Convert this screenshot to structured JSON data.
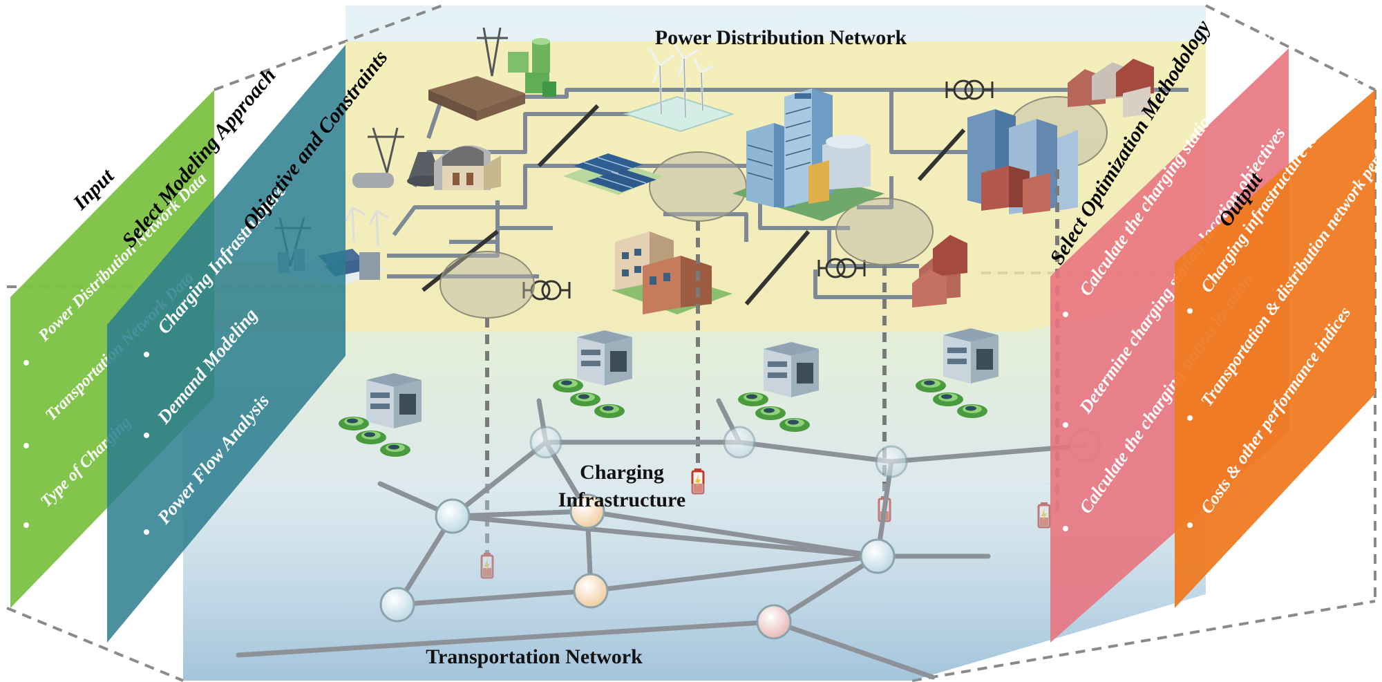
{
  "layers": {
    "power": "Power Distribution Network",
    "charging_line1": "Charging",
    "charging_line2": "Infrastructure",
    "transport": "Transportation Network"
  },
  "panels": {
    "input": {
      "title": "Input",
      "items": [
        "Power Distribution Network Data",
        "Transportation Network Data",
        "Type of Charging"
      ],
      "color": "#7cc242"
    },
    "modeling": {
      "title": "Select Modeling Approach",
      "items": [
        "Charging Infrastructure",
        "Demand Modeling",
        "Power Flow Analysis"
      ],
      "color": "#2a7c8e"
    },
    "objective": {
      "title": "Objective and Constraints"
    },
    "optimization": {
      "title": "Select Optimization Methodology",
      "items": [
        "Calculate the charging station capacity and construction cost",
        "Determine charging station location objectives",
        "Calculate the charging station location"
      ],
      "color": "#e8747f"
    },
    "output": {
      "title": "Output",
      "items": [
        "Charging infrastructure location & capacity",
        "Transportation & distribution network performance",
        "Costs & other performance indices"
      ],
      "color": "#ef7a22"
    }
  },
  "icons": [
    "power-plant-icon",
    "nuclear-plant-icon",
    "substation-solar-icon",
    "wind-turbine-icon",
    "solar-panel-icon",
    "city-buildings-icon",
    "apartment-icon",
    "houses-icon",
    "transformer-icon",
    "charging-station-icon",
    "electric-car-icon",
    "battery-icon"
  ]
}
